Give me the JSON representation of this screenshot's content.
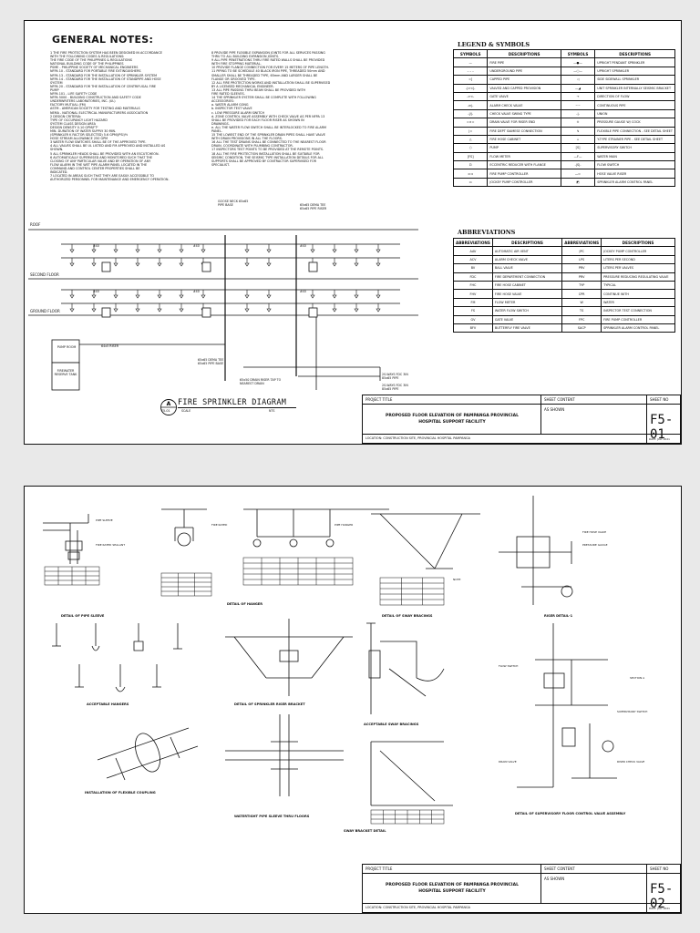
{
  "sheet1": {
    "notes_title": "GENERAL NOTES:",
    "notes_left": [
      "1  THE FIRE PROTECTION SYSTEM HAS BEEN DESIGNED IN ACCORDANCE",
      "    WITH THE FOLLOWING CODES & REGULATIONS:",
      "    THE FIRE CODE OF THE PHILIPPINES & REGULATIONS",
      "    NATIONAL BUILDING CODE OF THE PHILIPPINES",
      "    PSME - PHILIPPINE SOCIETY OF MECHANICAL ENGINEERS",
      "    NFPA 10 - STANDARD FOR PORTABLE FIRE EXTINGUISHERS",
      "    NFPA 13 - STANDARD FOR THE INSTALLATION OF SPRINKLER SYSTEM",
      "    NFPA 14 - STANDARD FOR THE INSTALLATION OF STANDPIPE AND HOSE",
      "    SYSTEM",
      "    NFPA 20 - STANDARD FOR THE INSTALLATION OF CENTRIFUGAL FIRE",
      "    PUMP",
      "    NFPA 101 - LIFE SAFETY CODE",
      "    NFPA 5000 - BUILDING CONSTRUCTION AND SAFETY CODE",
      "    UNDERWRITERS LABORATORIES, INC. (UL)",
      "    FACTORY MUTUAL (FM)",
      "    ASTM - AMERICAN SOCIETY FOR TESTING AND MATERIALS",
      "    NEMA - NATIONAL ELECTRICAL MANUFACTURERS ASSOCIATION",
      "2  DESIGN CRITERIA:",
      "    TYPE OF OCCUPANCY                 LIGHT HAZARD",
      "    SYSTEM CLASS                        DESIGN AREA",
      "    DESIGN DENSITY                          0.10 GPM/FT²",
      "    MIN. DURATION OF WATER SUPPLY          30 MIN.",
      "    (SPRINKLER K FACTOR SELECTED)            5.6 GPM/(PSI)½",
      "    HOSE STREAM ALLOWANCE                   250 GPM",
      "3  WATER FLOW SWITCHES SHALL BE OF THE APPROVED TYPE.",
      "4  ALL VALVES SHALL BE UL LISTED AND FM APPROVED AND INSTALLED AS",
      "    SHOWN.",
      "5  ALL SPRINKLER HEADS SHALL BE PROVIDED WITH AN ESCUTCHEON.",
      "6  AUTOMATICALLY SUPERVISED AND MONITORED SUCH THAT THE",
      "    CLOSING OF ANY PARTICULAR VALVE AND BY OPERATION OF ANY",
      "    FLOW ALARM IN THE WET PIPE ALARM PANEL LOCATED IN THE",
      "    COMMAND AND CONTROL CENTER PROPERTIES SHALL BE",
      "    INDICATED.",
      "7  LOCATED IN AREAS SUCH THAT THEY ARE EASILY ACCESSIBLE TO",
      "    AUTHORIZED PERSONNEL FOR MAINTENANCE AND EMERGENCY OPERATION."
    ],
    "notes_right": [
      "8  PROVIDE PIPE FLEXIBLE EXPANSION JOINTS FOR ALL SERVICES PASSING",
      "    THRU TO ALL BUILDING EXPANSION JOINTS.",
      "9  ALL PIPE PENETRATIONS THRU FIRE RATED WALLS SHALL BE PROVIDED",
      "    WITH FIRE STOPPING MATERIAL.",
      "10 PROVIDE FLANGE CONNECTION FOR EVERY 15 METERS OF PIPE LENGTH.",
      "11 PIPING TO BE SCHEDULE 40 BLACK IRON PIPE, THREADED 50mm AND",
      "    SMALLER SHALL BE THREADED TYPE, 65mm AND LARGER SHALL BE",
      "    FLANGE OR GROOVED TYPE.",
      "12 ALL FIRE PROTECTION WORKS AND INSTALLATION SHALL BE SUPERVISED",
      "    BY A LICENSED MECHANICAL ENGINEER.",
      "13 ALL PIPE PASSING THRU BEAM SHALL BE PROVIDED WITH",
      "    FIRE RATED SLEEVES.",
      "14 THE SPRINKLER SYSTEM SHALL BE COMPLETE WITH FOLLOWING",
      "    ACCESSORIES:",
      "    a. WATER ALARM GONG",
      "    b. INSPECTOR TEST VALVE",
      "    c. LOW PRESSURE ALARM SWITCH",
      "    d. ZONE CONTROL VALVE ASSEMBLY WITH CHECK VALVE AS PER NFPA 13",
      "       SHALL BE PROVIDED FOR EACH FLOOR RISER AS SHOWN IN",
      "       DRAWINGS.",
      "    e. ALL THE WATER FLOW SWITCH SHALL BE INTERLOCKED TO FIRE ALARM",
      "       PANEL.",
      "15 THE LOWEST END OF THE SPRINKLER DRAIN PIPES SHALL HAVE VALVE",
      "    WITH DRAIN PROVISIONS IN ALL THE FLOORS.",
      "16 ALL THE TEST DRAINS SHALL BE CONNECTED TO THE NEAREST FLOOR",
      "    DRAIN. COORDINATE WITH PLUMBING CONTRACTOR.",
      "17 INSPECTORS TEST POINTS TO BE PROVIDED AT THE REMOTE POINTS.",
      "18 ALL THE FIRE PROTECTION INSTALLATION SHALL BE SUITABLE FOR",
      "    SEISMIC CONDITION. THE SEISMIC TYPE INSTALLATION DETAILS FOR ALL",
      "    SUPPORTS SHALL BE APPROVED BY CONTRACTOR SUPERVISED FOR",
      "    SPECIALIST."
    ],
    "legend_title": "LEGEND & SYMBOLS",
    "legend_headers": [
      "SYMBOLS",
      "DESCRIPTIONS",
      "SYMBOLS",
      "DESCRIPTIONS"
    ],
    "legend_rows": [
      [
        "—",
        "FIRE PIPE",
        "—●—",
        "UPRIGHT PENDANT SPRINKLER"
      ],
      [
        "– – –",
        "UNDERGROUND PIPE",
        "—○—",
        "UPRIGHT SPRINKLER"
      ],
      [
        "=]",
        "CAPPED PIPE",
        "◁",
        "SIDE SIDEWALL SPRINKLER"
      ],
      [
        "-|><|-",
        "VALVED AND CAPPED PROVISION",
        "—◢",
        "UNIT SPRINKLER INTERNALLY SEISMIC BRACKET"
      ],
      [
        "-><-",
        "GATE VALVE",
        "→",
        "DIRECTION OF FLOW"
      ],
      [
        "-⊳|-",
        "ALARM CHECK VALVE",
        "~~",
        "CONTINUOUS PIPE"
      ],
      [
        "-|/|-",
        "CHECK VALVE SWING TYPE",
        "-|-",
        "UNION"
      ],
      [
        "=×=",
        "DRAIN VALVE FOR RISER END",
        "⊙",
        "PRESSURE GAUGE W/ COCK"
      ],
      [
        "|=",
        "FIRE DEPT SIAMESE CONNECTION",
        "↯",
        "FLEXIBLE PIPE CONNECTION - SEE DETAIL SHEET"
      ],
      [
        "△",
        "FIRE HOSE CABINET",
        "⟂",
        "Y-TYPE STRAINER PIPE - SEE DETAIL SHEET"
      ],
      [
        "○",
        "PUMP",
        "[S]",
        "SUPERVISORY SWITCH"
      ],
      [
        "[FS]",
        "FLOW METER",
        "—F—",
        "WATER MAIN"
      ],
      [
        "⊡",
        "ECCENTRIC REDUCER WITH FLANGE",
        "-|S|-",
        "FLOW SWITCH"
      ],
      [
        "⊏⊐",
        "FIRE PUMP CONTROLLER",
        "—⊂",
        "HOSE VALVE RISER"
      ],
      [
        "▭",
        "JOCKEY PUMP CONTROLLER",
        "◩",
        "SPRINKLER ALARM CONTROL PANEL"
      ]
    ],
    "abbr_title": "ABBREVIATIONS",
    "abbr_headers": [
      "ABBREVIATIONS",
      "DESCRIPTIONS",
      "ABBREVIATIONS",
      "DESCRIPTIONS"
    ],
    "abbr_rows": [
      [
        "AAV",
        "AUTOMATIC AIR VENT",
        "JPC",
        "JOCKEY PUMP CONTROLLER"
      ],
      [
        "ACV",
        "ALARM CHECK VALVE",
        "LPS",
        "LITERS PER SECOND"
      ],
      [
        "BV",
        "BALL VALVE",
        "PRV",
        "LITERS PER VALVES"
      ],
      [
        "FDC",
        "FIRE DEPARTMENT CONNECTION",
        "PRV",
        "PRESSURE REDUCING REGULATING VALVE"
      ],
      [
        "FHC",
        "FIRE HOSE CABINET",
        "TYP",
        "TYPICAL"
      ],
      [
        "FHV",
        "FIRE HOSE VALVE",
        "CPR",
        "CONTINUE WITH"
      ],
      [
        "FM",
        "FLOW METER",
        "W",
        "WATER"
      ],
      [
        "FS",
        "WATER FLOW SWITCH",
        "TS",
        "INSPECTOR TEST CONNECTION"
      ],
      [
        "GV",
        "GATE VALVE",
        "FPC",
        "FIRE PUMP CONTROLLER"
      ],
      [
        "BFV",
        "BUTTERFLY FIRE VALVE",
        "SACP",
        "SPRINKLER ALARM CONTROL PANEL"
      ]
    ],
    "floors": [
      "ROOF",
      "SECOND FLOOR",
      "GROUND FLOOR"
    ],
    "riser_labels": [
      "GOOSE NECK 65x65 PIPE BASE",
      "65x65 DEMA TEE 65x65 PIPE RISER",
      "65x65 DEMA TEE 65x65 PIPE BASE"
    ],
    "pump_label": "PUMP ROOM",
    "tank_label": "FIREWATER RESERVE TANK",
    "drain_label": "65x50 DRAIN RISER TAP TO NEAREST DRAIN",
    "fdc_labels": [
      "2S-WAYS FDC 3IN 85x65 PIPE",
      "2S-WAYS FDC 3IN 85x65 PIPE"
    ],
    "hose_label": "64x5 RISER",
    "tag_labels": [
      "#40",
      "#40",
      "#40",
      "#40",
      "#40",
      "#40"
    ],
    "diagram_title": "FIRE SPRINKLER DIAGRAM",
    "diagram_ref": "F5-01",
    "diagram_scale": [
      "SCALE",
      "NTS"
    ],
    "tb_project_label": "PROJECT TITLE",
    "tb_project": [
      "PROPOSED FLOOR ELEVATION OF PAMPANGA PROVINCIAL",
      "HOSPITAL SUPPORT FACILITY"
    ],
    "tb_sheet_content_label": "SHEET CONTENT",
    "tb_sheet_content": "AS SHOWN",
    "tb_sheet_no_label": "SHEET NO",
    "tb_sheet_no": "F5-01",
    "tb_location": "LOCATION: CONSTRUCTION SITE, PROVINCIAL HOSPITAL PAMPANGA",
    "tb_corner": "DATE: JULY 2021"
  },
  "sheet2": {
    "details": [
      "DETAIL OF PIPE SLEEVE",
      "DETAIL OF HANGER",
      "DETAIL OF SWAY BRACINGS",
      "RISER DETAIL-1",
      "ACCEPTABLE HANGERS",
      "DETAIL OF SPRINKLER RISER BRACKET",
      "ACCEPTABLE SWAY BRACINGS",
      "INSTALLATION OF FLEXIBLE COUPLING",
      "WATERTIGHT PIPE SLEEVE THRU FLOORS",
      "SWAY BRACKET DETAIL",
      "DETAIL OF SUPERVISORY FLOOR CONTROL VALVE ASSEMBLY"
    ],
    "callouts": [
      "PIPE SLEEVE",
      "FIRE RATED SEALANT",
      "FIRE RATED",
      "NOTE",
      "SECTION A",
      "PIPE HANGER",
      "FIRE HOSE VALVE",
      "PRESSURE GAUGE",
      "FLOW SWITCH",
      "DRAIN VALVE",
      "SUPERVISORY SWITCH",
      "RISER CHECK VALVE"
    ],
    "tb_project_label": "PROJECT TITLE",
    "tb_project": [
      "PROPOSED FLOOR ELEVATION OF PAMPANGA PROVINCIAL",
      "HOSPITAL SUPPORT FACILITY"
    ],
    "tb_sheet_content_label": "SHEET CONTENT",
    "tb_sheet_content": "AS SHOWN",
    "tb_sheet_no_label": "SHEET NO",
    "tb_sheet_no": "F5-02",
    "tb_location": "LOCATION: CONSTRUCTION SITE, PROVINCIAL HOSPITAL PAMPANGA",
    "tb_corner": "DATE: JULY 2021"
  }
}
